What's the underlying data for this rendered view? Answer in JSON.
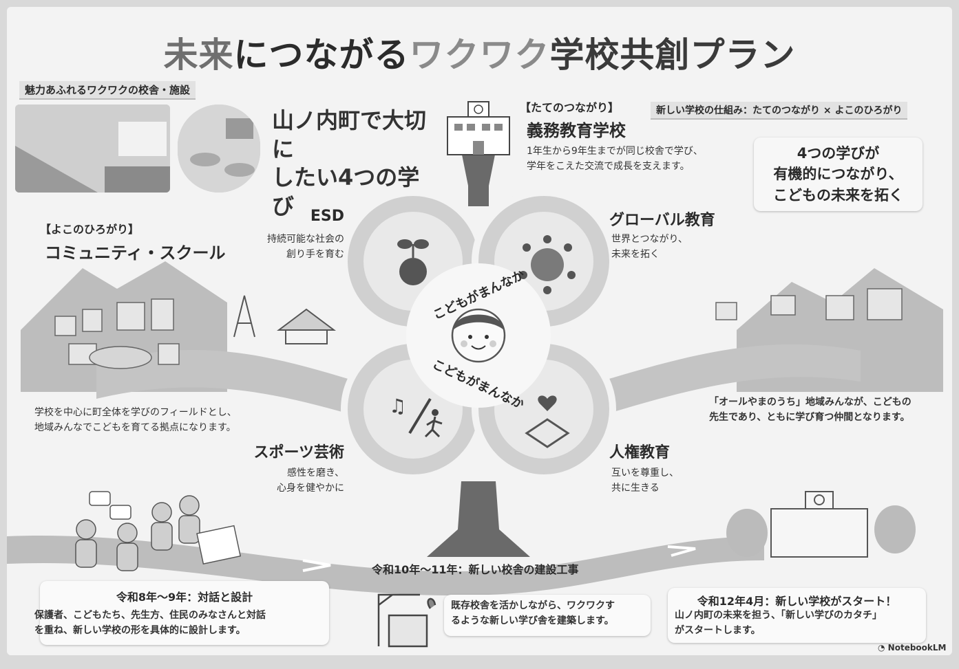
{
  "title": {
    "part1": "未来",
    "part2": "につながる",
    "part3": "ワクワク",
    "part4": "学校共創プラン"
  },
  "facilities": {
    "label": "魅力あふれるワクワクの校舎・施設"
  },
  "four_learnings": {
    "heading": "山ノ内町で大切に\nしたい4つの学び"
  },
  "vertical": {
    "tag": "【たてのつながり】",
    "title": "義務教育学校",
    "desc": "1年生から9年生までが同じ校舎で学び、\n学年をこえた交流で成長を支えます。"
  },
  "system": {
    "label": "新しい学校の仕組み：たてのつながり × よこのひろがり"
  },
  "message": {
    "text": "4つの学びが\n有機的につながり、\nこどもの未来を拓く"
  },
  "horizontal": {
    "tag": "【よこのひろがり】",
    "title": "コミュニティ・スクール",
    "desc": "学校を中心に町全体を学びのフィールドとし、\n地域みんなでこどもを育てる拠点になります。"
  },
  "center": {
    "top": "こどもがまんなか",
    "bottom": "こどもがまんなか"
  },
  "petals": {
    "esd": {
      "title": "ESD",
      "desc": "持続可能な社会の\n創り手を育む"
    },
    "global": {
      "title": "グローバル教育",
      "desc": "世界とつながり、\n未来を拓く"
    },
    "sports": {
      "title": "スポーツ芸術",
      "desc": "感性を磨き、\n心身を健やかに"
    },
    "rights": {
      "title": "人権教育",
      "desc": "互いを尊重し、\n共に生きる"
    }
  },
  "community_right": {
    "text": "「オールやまのうち」地域みんなが、こどもの\n先生であり、ともに学び育つ仲間となります。"
  },
  "timeline": {
    "construction": "令和10年〜11年：新しい校舎の建設工事",
    "phase1": {
      "title": "令和8年〜9年：対話と設計",
      "desc": "保護者、こどもたち、先生方、住民のみなさんと対話\nを重ね、新しい学校の形を具体的に設計します。"
    },
    "phase2": {
      "desc": "既存校舎を活かしながら、ワクワクす\nるような新しい学び舎を建築します。"
    },
    "phase3": {
      "title": "令和12年4月：新しい学校がスタート！",
      "desc": "山ノ内町の未来を担う、「新しい学びのカタチ」\nがスタートします。"
    }
  },
  "brand": {
    "name": "NotebookLM"
  },
  "colors": {
    "bg": "#f3f3f3",
    "road": "#c4c4c4",
    "tree": "#6a6a6a",
    "petal": "#d0d0d0"
  },
  "icons": [
    "school-building-icon",
    "plant-globe-icon",
    "world-people-icon",
    "music-brush-run-icon",
    "heart-handshake-icon",
    "child-face-icon",
    "crane-icon",
    "brand-logo-icon"
  ]
}
